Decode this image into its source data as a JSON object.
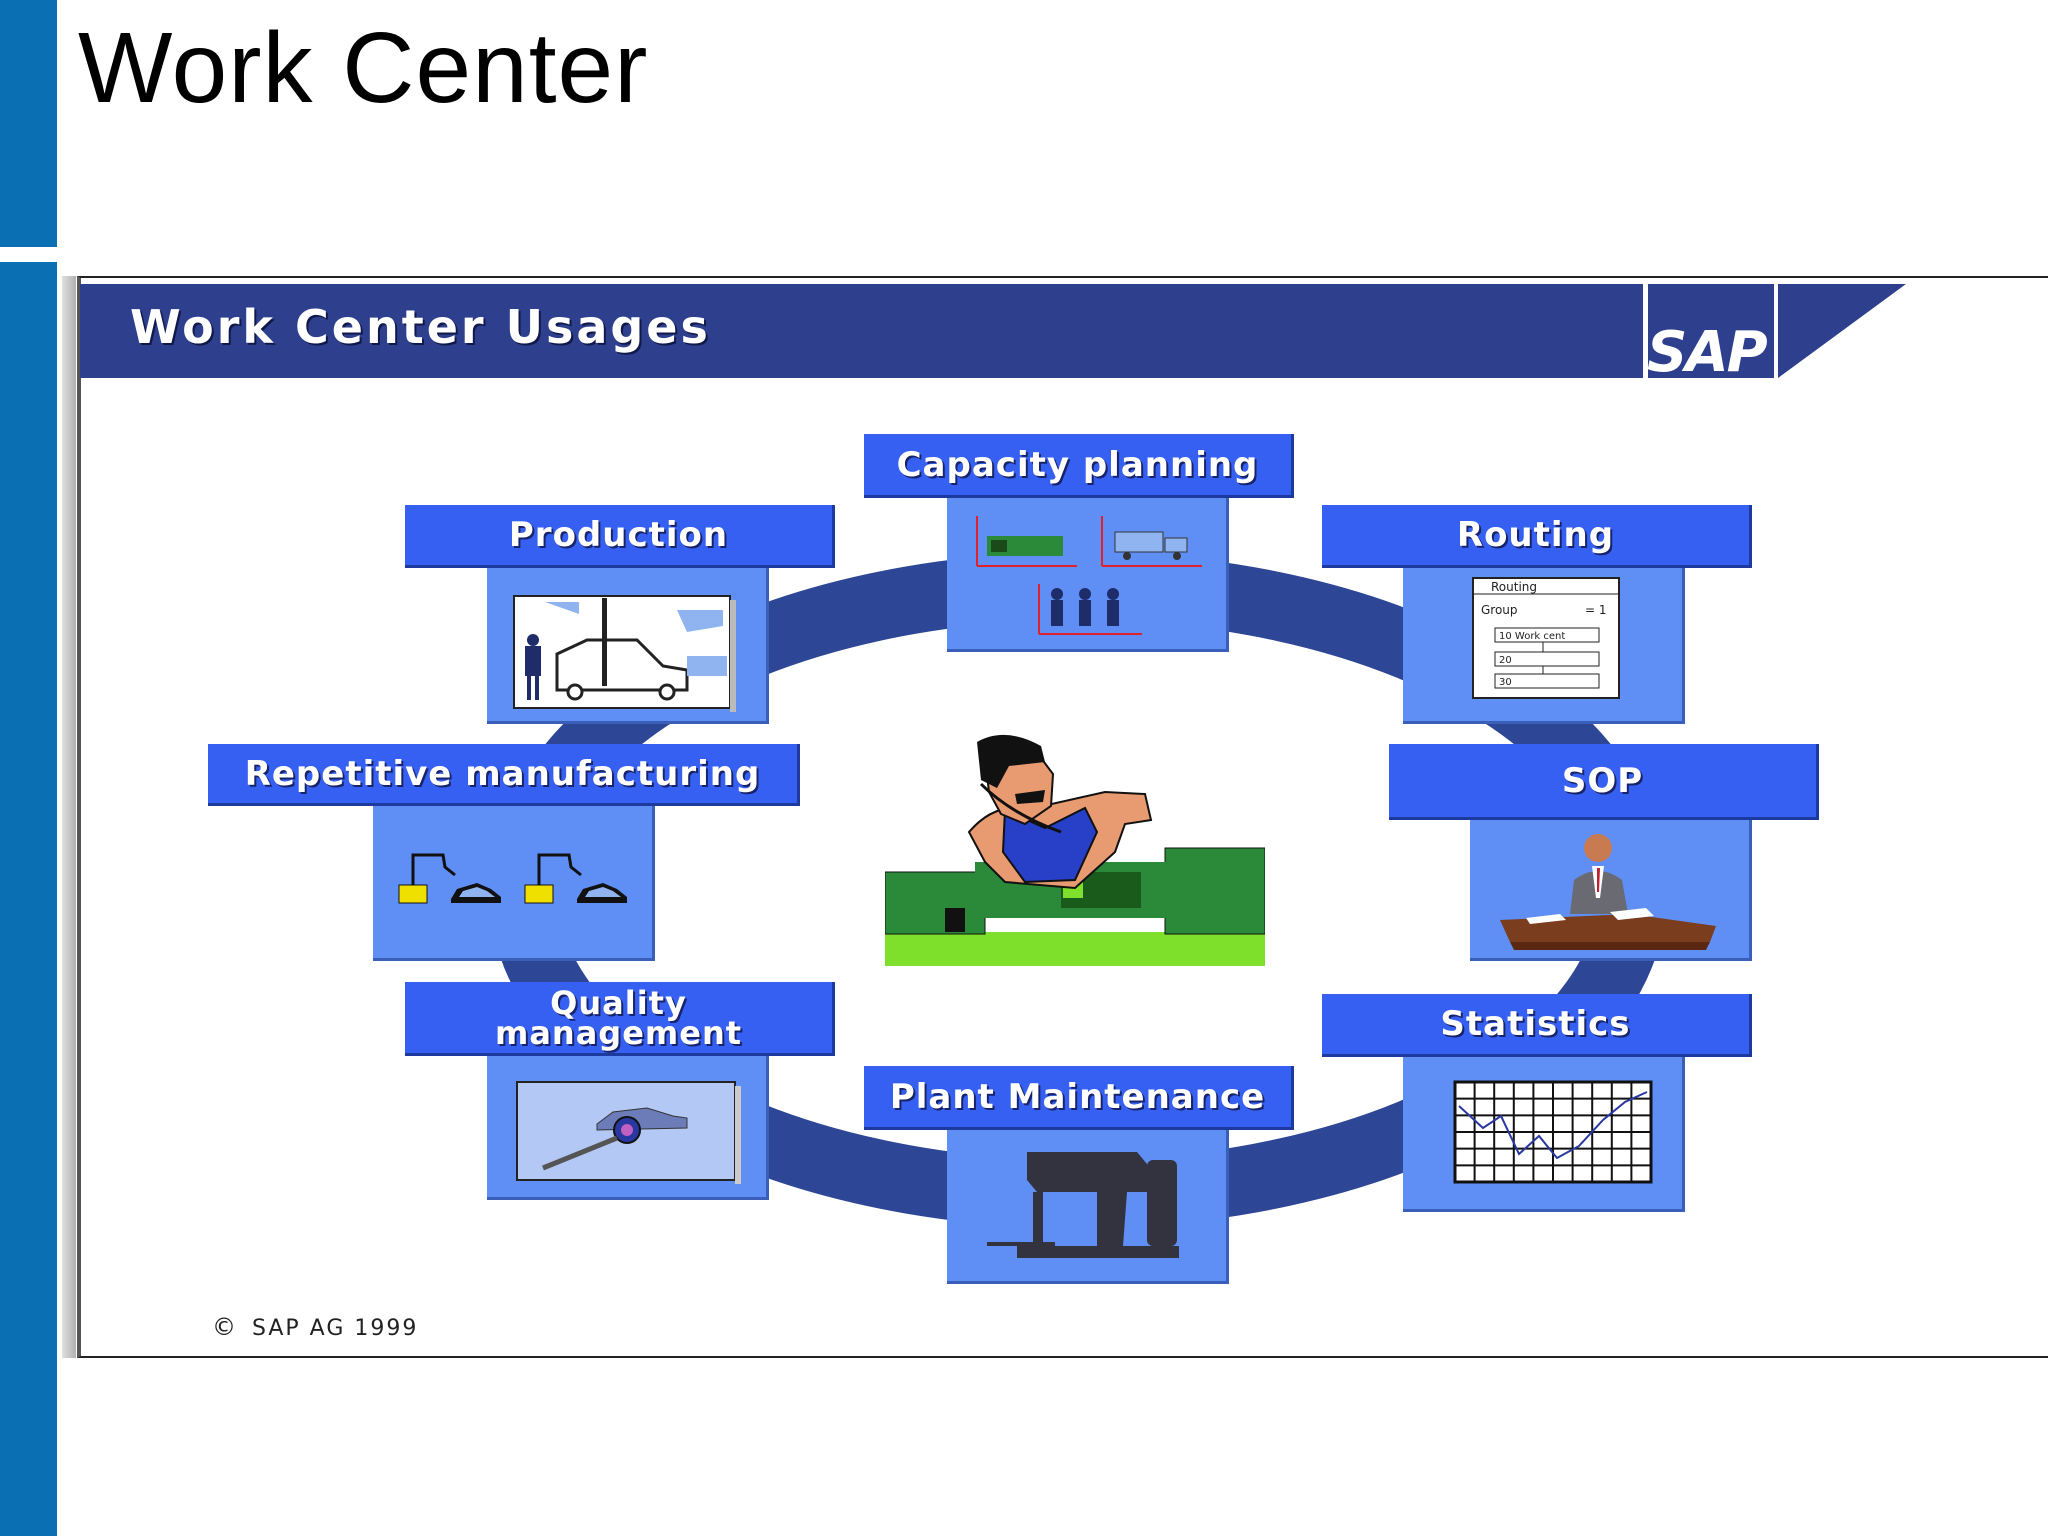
{
  "page": {
    "title": "Work Center"
  },
  "banner": {
    "title": "Work Center Usages",
    "logo": "SAP"
  },
  "cards": {
    "capacity_planning": "Capacity planning",
    "production": "Production",
    "routing": "Routing",
    "repetitive_manufacturing": "Repetitive  manufacturing",
    "sop": "SOP",
    "quality_line1": "Quality",
    "quality_line2": "management",
    "statistics": "Statistics",
    "plant_maintenance": "Plant Maintenance"
  },
  "routing_form": {
    "title": "Routing",
    "group_label": "Group",
    "group_value": "= 1",
    "row1": "10   Work cent",
    "row2": "20",
    "row3": "30"
  },
  "footer": {
    "copyright_symbol": "©",
    "copyright": "SAP  AG 1999"
  },
  "colors": {
    "left_bar": "#0a6fb3",
    "banner": "#2d3f8d",
    "card_header": "#3660f2",
    "card_body": "#5f8ff5",
    "ring": "#2d4796"
  }
}
